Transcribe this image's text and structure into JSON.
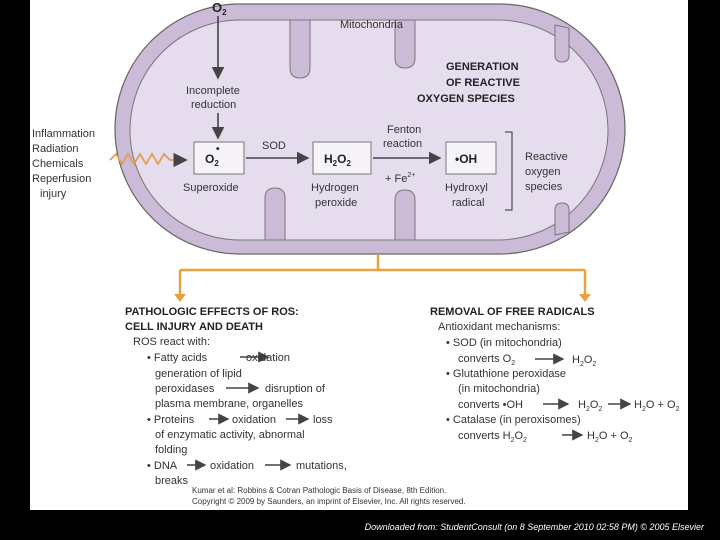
{
  "top": {
    "o2_label": "O",
    "o2_sub": "2",
    "mitochondria": "Mitochondria"
  },
  "generation": {
    "line1": "GENERATION",
    "line2": "OF REACTIVE",
    "line3": "OXYGEN SPECIES"
  },
  "incomplete": {
    "line1": "Incomplete",
    "line2": "reduction"
  },
  "sources": [
    "Inflammation",
    "Radiation",
    "Chemicals",
    "Reperfusion",
    "injury"
  ],
  "sod_label": "SOD",
  "fenton": {
    "line1": "Fenton",
    "line2": "reaction",
    "iron": "+ Fe",
    "iron_sup": "2+"
  },
  "species": {
    "superoxide": {
      "box": "O",
      "sub": "2",
      "name": "Superoxide"
    },
    "peroxide": {
      "box": "H",
      "sub": "2",
      "box2": "O",
      "sub2": "2",
      "name1": "Hydrogen",
      "name2": "peroxide"
    },
    "hydroxyl": {
      "box": "•OH",
      "name1": "Hydroxyl",
      "name2": "radical"
    }
  },
  "reactive": {
    "line1": "Reactive",
    "line2": "oxygen",
    "line3": "species"
  },
  "pathologic": {
    "title1": "PATHOLOGIC EFFECTS OF ROS:",
    "title2": "CELL INJURY AND DEATH",
    "intro": "ROS react with:",
    "lines": [
      {
        "bullet": "•",
        "text": "Fatty acids",
        "arrow": true,
        "tail": "oxidation"
      },
      {
        "text": "generation of lipid"
      },
      {
        "text": "peroxidases",
        "arrow": true,
        "tail": "disruption of"
      },
      {
        "text": "plasma membrane, organelles"
      },
      {
        "bullet": "•",
        "text": "Proteins",
        "arrow": true,
        "tail": "oxidation",
        "arrow2": true,
        "tail2": "loss"
      },
      {
        "text": "of enzymatic activity, abnormal"
      },
      {
        "text": "folding"
      },
      {
        "bullet": "•",
        "text": "DNA",
        "arrow": true,
        "tail": "oxidation",
        "arrow2": true,
        "tail2": "mutations,"
      },
      {
        "text": "breaks"
      }
    ]
  },
  "removal": {
    "title": "REMOVAL OF FREE RADICALS",
    "intro": "Antioxidant mechanisms:",
    "sod": {
      "bullet": "•",
      "text": "SOD (in mitochondria)"
    },
    "sod_conv": {
      "text": "converts O",
      "sub": "2",
      "result": "H",
      "rsub": "2",
      "result2": "O",
      "rsub2": "2"
    },
    "gpx1": {
      "bullet": "•",
      "text": "Glutathione peroxidase"
    },
    "gpx2": "(in mitochondria)",
    "gpx_conv": {
      "text": "converts •OH",
      "r1": "H",
      "r1sub": "2",
      "r1b": "O",
      "r1bsub": "2",
      "r2": "H",
      "r2sub": "2",
      "r2b": "O + O",
      "r2bsub": "2"
    },
    "catalase": {
      "bullet": "•",
      "text": "Catalase (in peroxisomes)"
    },
    "cat_conv": {
      "text": "converts H",
      "sub": "2",
      "text2": "O",
      "sub2": "2",
      "r": "H",
      "rsub": "2",
      "r2": "O + O",
      "r2sub": "2"
    }
  },
  "citation": {
    "line1": "Kumar et al: Robbins & Cotran Pathologic Basis of Disease, 8th Edition.",
    "line2": "Copyright © 2009 by Saunders, an imprint of Elsevier, Inc. All rights reserved."
  },
  "footer": "Downloaded from: StudentConsult (on 8 September 2010 02:58 PM) © 2005 Elsevier",
  "colors": {
    "membrane": "#cbbbd6",
    "matrix": "#e7dff0",
    "outline": "#666666",
    "box": "#f6f4f8",
    "arrow": "#444444"
  }
}
